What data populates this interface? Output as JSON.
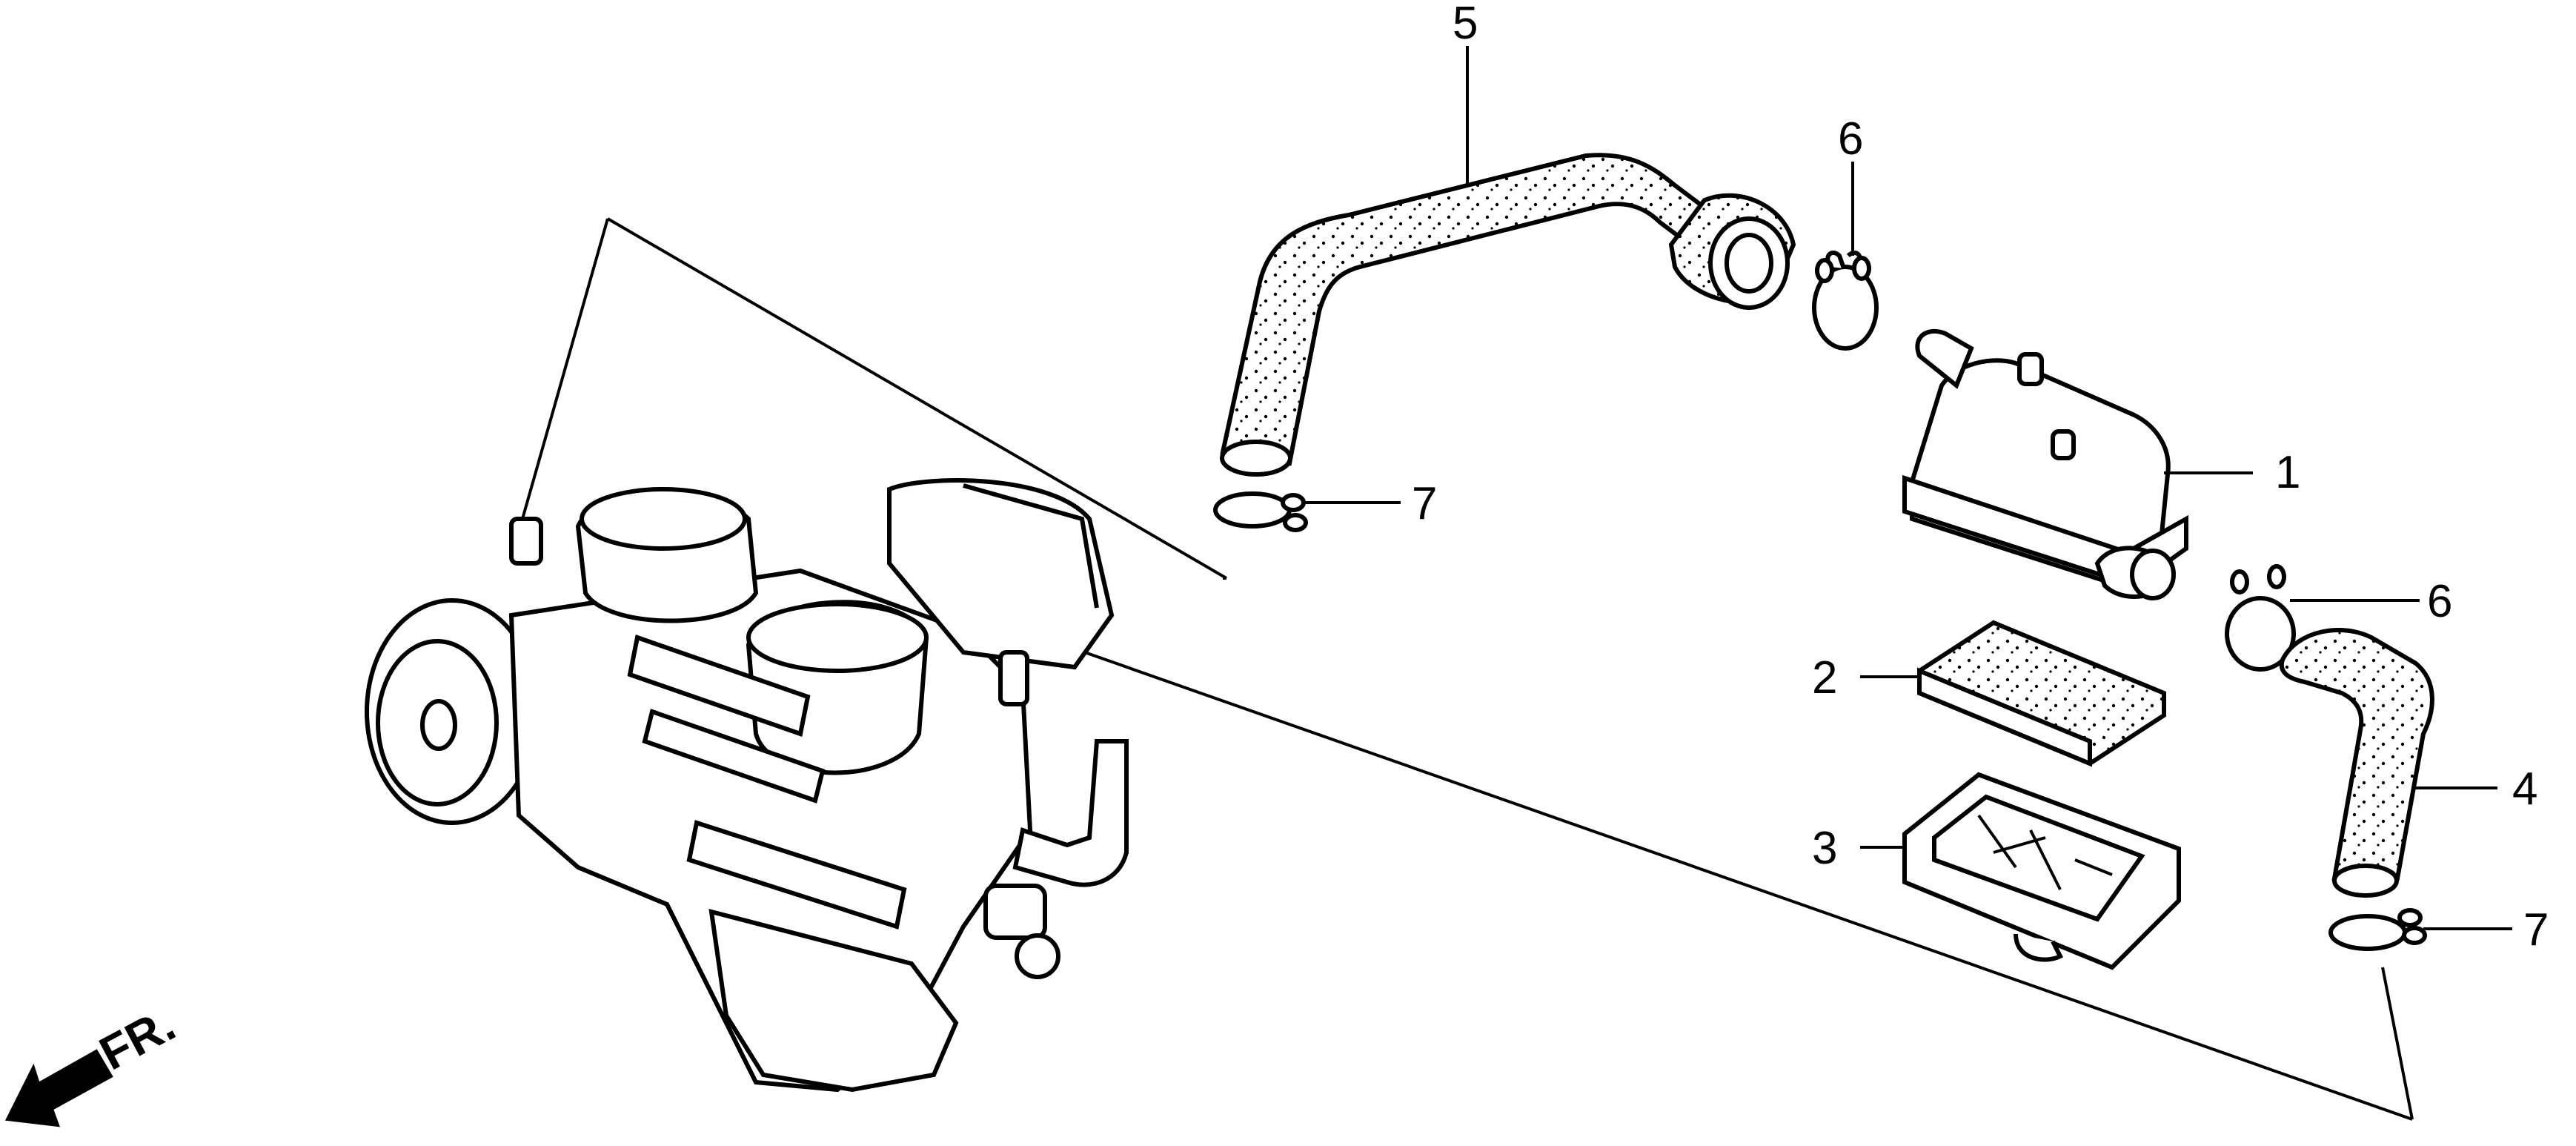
{
  "callouts": [
    {
      "id": "1",
      "text": "1"
    },
    {
      "id": "2",
      "text": "2"
    },
    {
      "id": "3",
      "text": "3"
    },
    {
      "id": "4",
      "text": "4"
    },
    {
      "id": "5",
      "text": "5"
    },
    {
      "id": "6a",
      "text": "6"
    },
    {
      "id": "6b",
      "text": "6"
    },
    {
      "id": "7a",
      "text": "7"
    },
    {
      "id": "7b",
      "text": "7"
    }
  ],
  "direction": {
    "label": "FR."
  },
  "colors": {
    "ink": "#000000",
    "paper": "#ffffff"
  }
}
